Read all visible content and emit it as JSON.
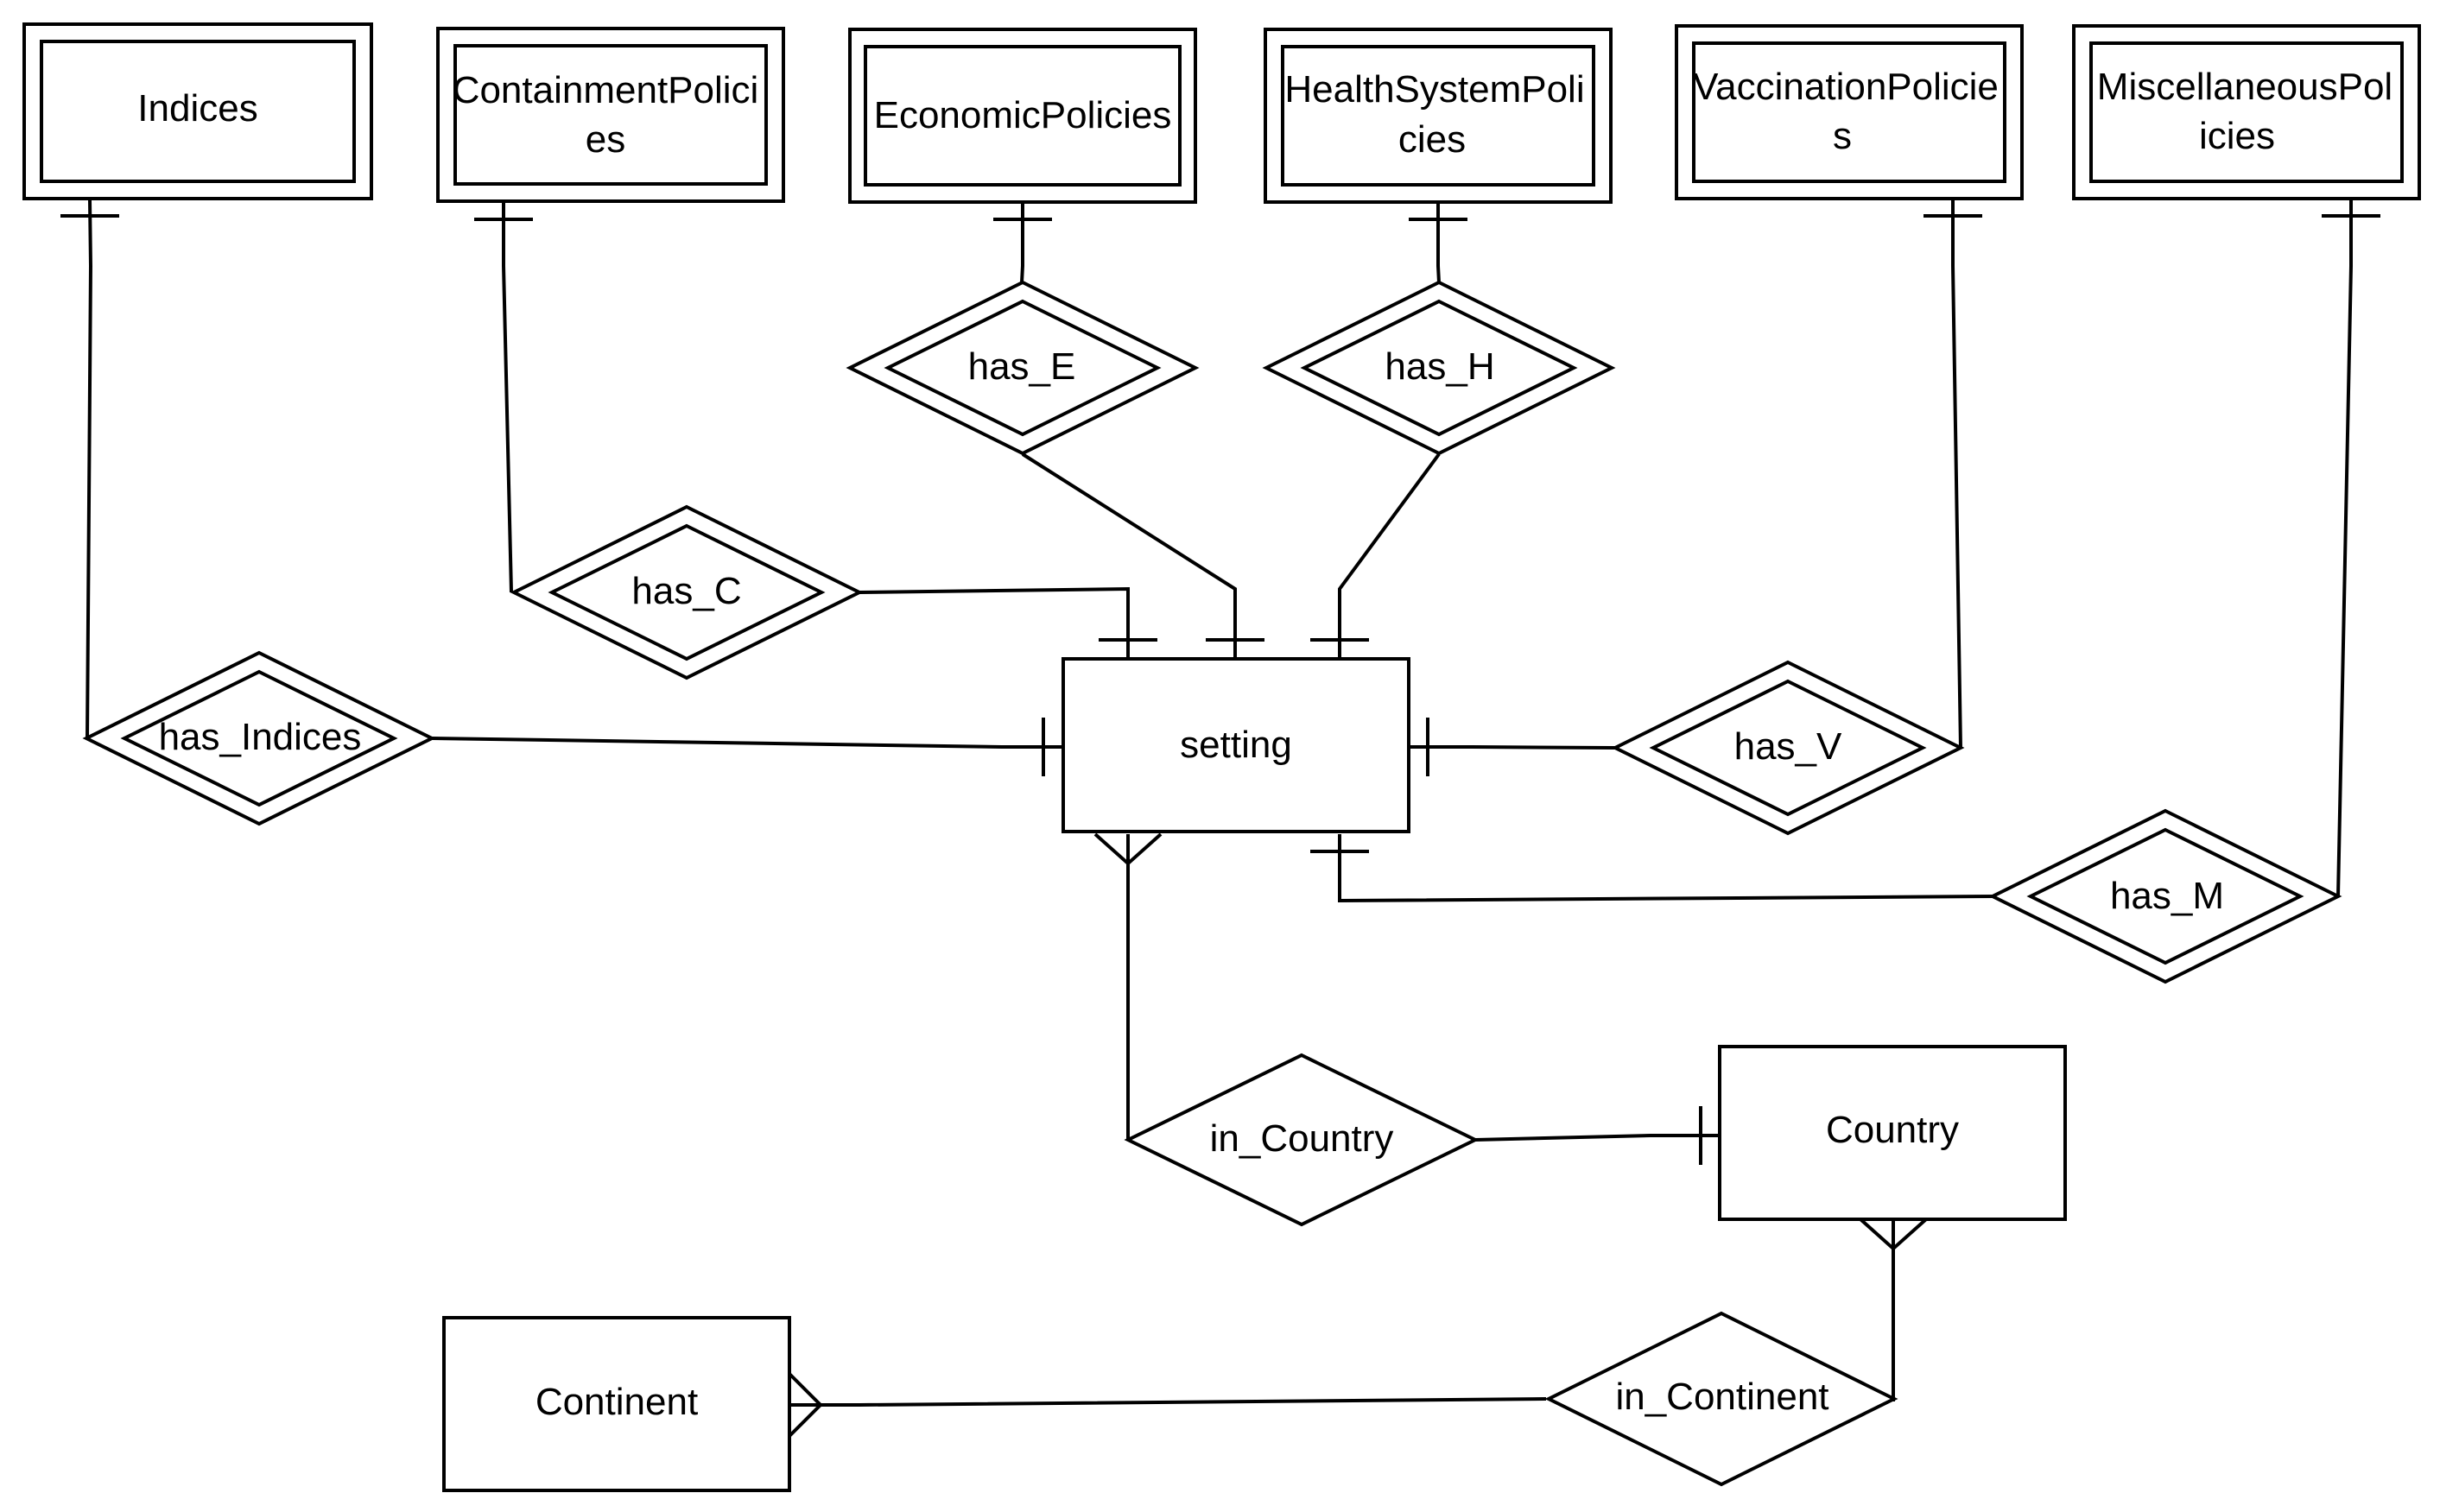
{
  "diagram": {
    "type": "er-diagram",
    "entities": {
      "indices": {
        "label": "Indices",
        "kind": "weak"
      },
      "containment": {
        "line1": "ContainmentPolici",
        "line2": "es",
        "kind": "weak"
      },
      "economic": {
        "label": "EconomicPolicies",
        "kind": "weak"
      },
      "health": {
        "line1": "HealthSystemPoli",
        "line2": "cies",
        "kind": "weak"
      },
      "vaccination": {
        "line1": "VaccinationPolicie",
        "line2": "s",
        "kind": "weak"
      },
      "misc": {
        "line1": "MiscellaneousPol",
        "line2": "icies",
        "kind": "weak"
      },
      "setting": {
        "label": "setting",
        "kind": "strong"
      },
      "country": {
        "label": "Country",
        "kind": "strong"
      },
      "continent": {
        "label": "Continent",
        "kind": "strong"
      }
    },
    "relationships": {
      "has_indices": {
        "label": "has_Indices",
        "kind": "identifying"
      },
      "has_c": {
        "label": "has_C",
        "kind": "identifying"
      },
      "has_e": {
        "label": "has_E",
        "kind": "identifying"
      },
      "has_h": {
        "label": "has_H",
        "kind": "identifying"
      },
      "has_v": {
        "label": "has_V",
        "kind": "identifying"
      },
      "has_m": {
        "label": "has_M",
        "kind": "identifying"
      },
      "in_country": {
        "label": "in_Country",
        "kind": "regular"
      },
      "in_continent": {
        "label": "in_Continent",
        "kind": "regular"
      }
    },
    "connections": [
      {
        "from": "indices",
        "to": "has_indices",
        "end_marker": "one"
      },
      {
        "from": "has_indices",
        "to": "setting",
        "end_marker": "one"
      },
      {
        "from": "containment",
        "to": "has_c",
        "end_marker": "one"
      },
      {
        "from": "has_c",
        "to": "setting",
        "end_marker": "one"
      },
      {
        "from": "economic",
        "to": "has_e",
        "end_marker": "one"
      },
      {
        "from": "has_e",
        "to": "setting",
        "end_marker": "one"
      },
      {
        "from": "health",
        "to": "has_h",
        "end_marker": "one"
      },
      {
        "from": "has_h",
        "to": "setting",
        "end_marker": "one"
      },
      {
        "from": "vaccination",
        "to": "has_v",
        "end_marker": "one"
      },
      {
        "from": "has_v",
        "to": "setting",
        "end_marker": "one"
      },
      {
        "from": "misc",
        "to": "has_m",
        "end_marker": "one"
      },
      {
        "from": "has_m",
        "to": "setting",
        "end_marker": "one"
      },
      {
        "from": "setting",
        "to": "in_country",
        "end_marker": "many"
      },
      {
        "from": "in_country",
        "to": "country",
        "end_marker": "one"
      },
      {
        "from": "country",
        "to": "in_continent",
        "end_marker": "many"
      },
      {
        "from": "in_continent",
        "to": "continent",
        "end_marker": "many"
      }
    ],
    "colors": {
      "stroke": "#000000",
      "fill": "#ffffff",
      "text": "#000000"
    }
  }
}
